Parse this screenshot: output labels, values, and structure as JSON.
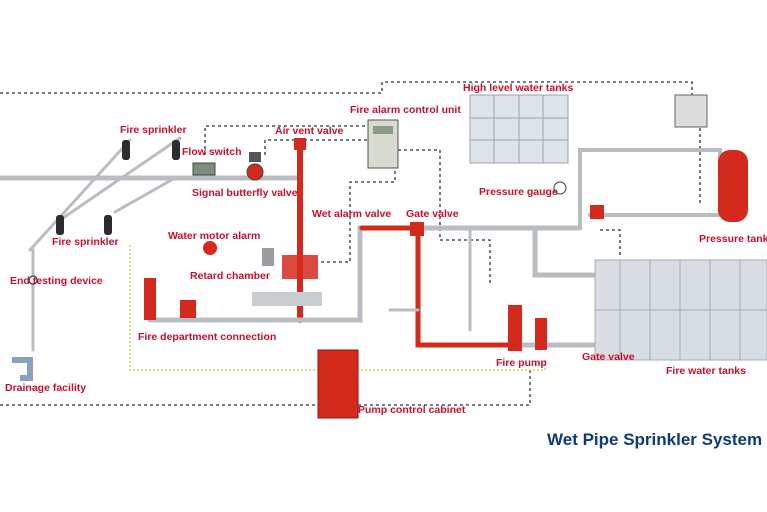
{
  "colors": {
    "label": "#c8102e",
    "title": "#0d3a7a",
    "pipe": "#b9bcc0",
    "pipe_red": "#d42a1e",
    "signal_line": "#23324a",
    "drain_line": "#d8c63a"
  },
  "labels": {
    "fire_sprinkler_top": "Fire sprinkler",
    "fire_sprinkler_left": "Fire sprinkler",
    "flow_switch": "Flow switch",
    "air_vent_valve": "Air vent valve",
    "fire_alarm_control_unit": "Fire alarm control unit",
    "high_level_water_tanks": "High level water tanks",
    "signal_butterfly_valve": "Signal butterfly valve",
    "pressure_gauge": "Pressure gauge",
    "pressure_tank": "Pressure tank",
    "wet_alarm_valve": "Wet alarm valve",
    "gate_valve_top": "Gate valve",
    "water_motor_alarm": "Water motor alarm",
    "retard_chamber": "Retard chamber",
    "end_testing_device": "End testing device",
    "fire_department_connection": "Fire department connection",
    "fire_pump": "Fire pump",
    "gate_valve_bottom": "Gate valve",
    "fire_water_tanks": "Fire water tanks",
    "drainage_facility": "Drainage facility",
    "pump_control_cabinet": "Pump control cabinet"
  },
  "title": "Wet Pipe Sprinkler System"
}
